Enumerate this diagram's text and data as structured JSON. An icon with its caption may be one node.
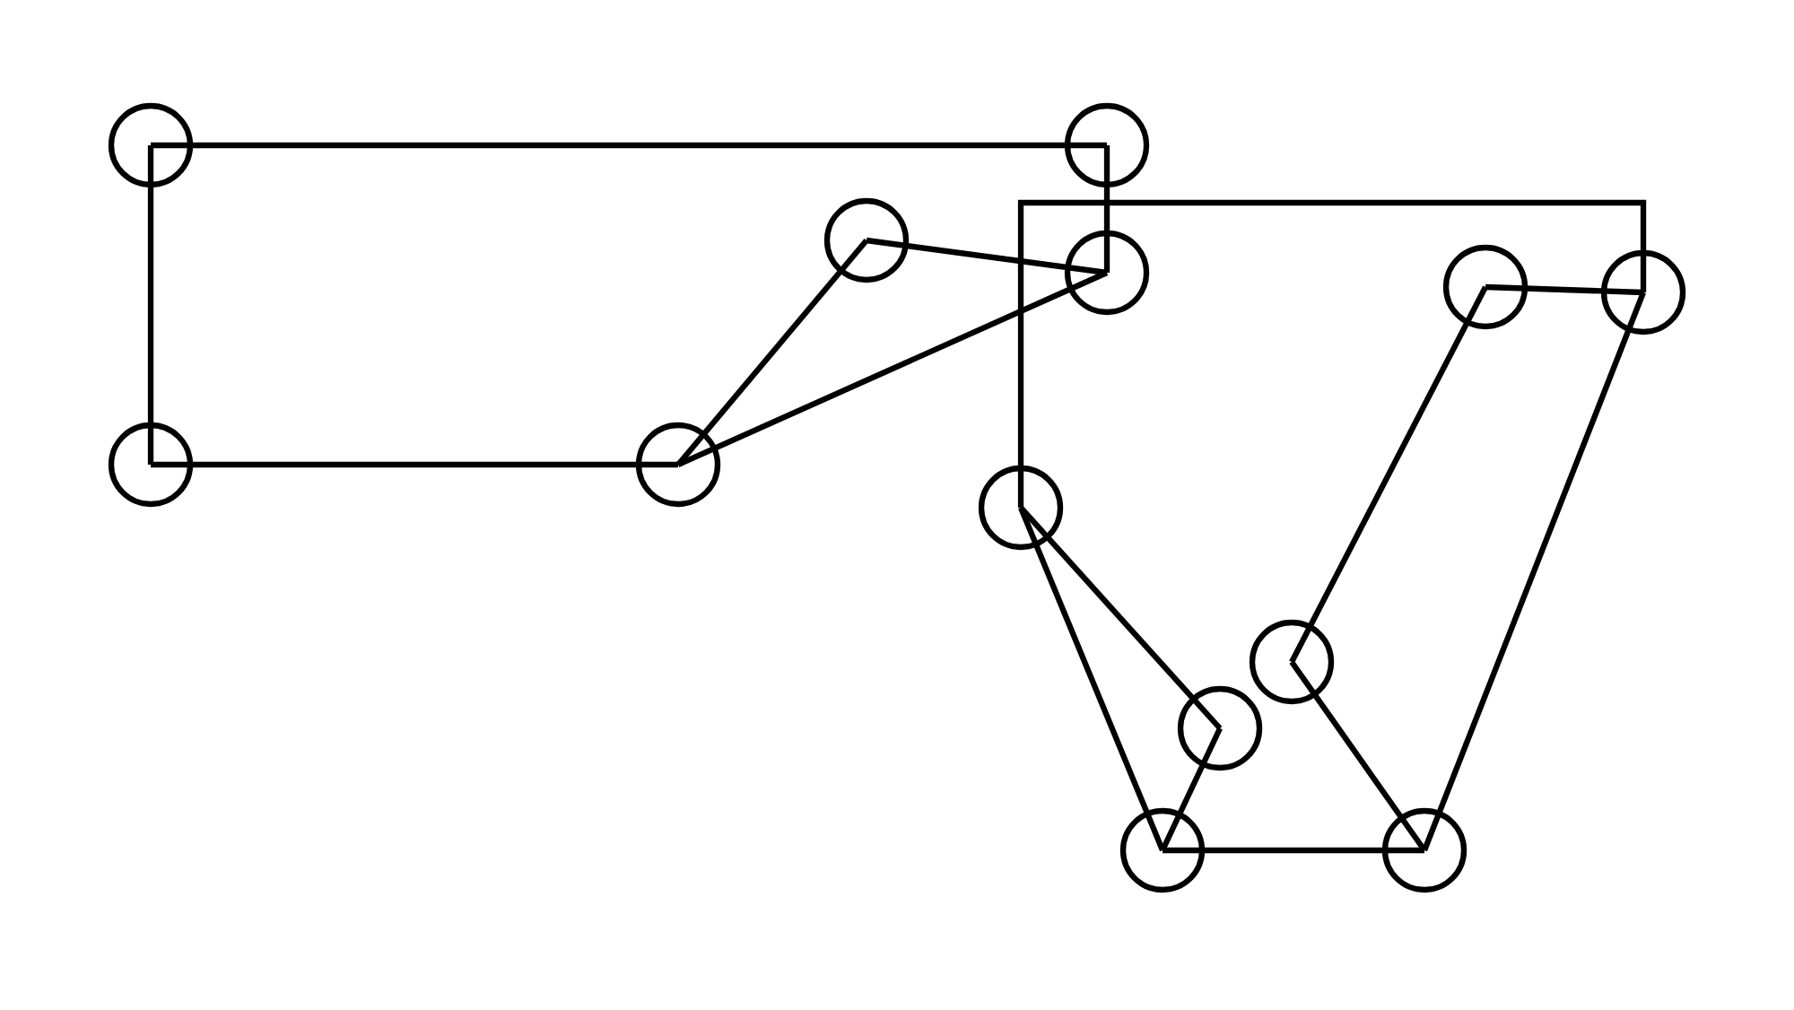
{
  "diagram": {
    "nodes": [
      {
        "text": [],
        "shape": "circle"
      },
      {
        "text": [],
        "shape": "circle"
      },
      {
        "text": [],
        "shape": "circle"
      },
      {
        "text": [],
        "shape": "circle"
      },
      {
        "text": [],
        "shape": "circle"
      },
      {
        "text": [],
        "shape": "circle"
      },
      {
        "text": [],
        "shape": "circle"
      },
      {
        "text": [],
        "shape": "circle"
      },
      {
        "text": [],
        "shape": "circle"
      },
      {
        "text": [],
        "shape": "circle"
      },
      {
        "text": [],
        "shape": "circle"
      },
      {
        "text": [],
        "shape": "circle"
      },
      {
        "text": [],
        "shape": "circle"
      }
    ],
    "edges": [
      {
        "from": 0,
        "to": 1,
        "arrow": "none"
      },
      {
        "from": 1,
        "to": 3,
        "arrow": "none"
      },
      {
        "from": 0,
        "to": 6,
        "arrow": "none"
      },
      {
        "from": 6,
        "to": 7,
        "arrow": "none"
      },
      {
        "from": 7,
        "to": 2,
        "arrow": "none"
      },
      {
        "from": 2,
        "to": 3,
        "arrow": "none"
      },
      {
        "from": 3,
        "to": 7,
        "arrow": "none"
      },
      {
        "from": 8,
        "to": 5,
        "arrow": "none"
      },
      {
        "from": 8,
        "to": 10,
        "arrow": "none"
      },
      {
        "from": 10,
        "to": 11,
        "arrow": "none"
      },
      {
        "from": 11,
        "to": 8,
        "arrow": "none"
      },
      {
        "from": 11,
        "to": 12,
        "arrow": "none"
      },
      {
        "from": 12,
        "to": 9,
        "arrow": "none"
      },
      {
        "from": 9,
        "to": 4,
        "arrow": "none"
      },
      {
        "from": 4,
        "to": 5,
        "arrow": "none"
      },
      {
        "from": 5,
        "to": 12,
        "arrow": "none"
      }
    ]
  }
}
